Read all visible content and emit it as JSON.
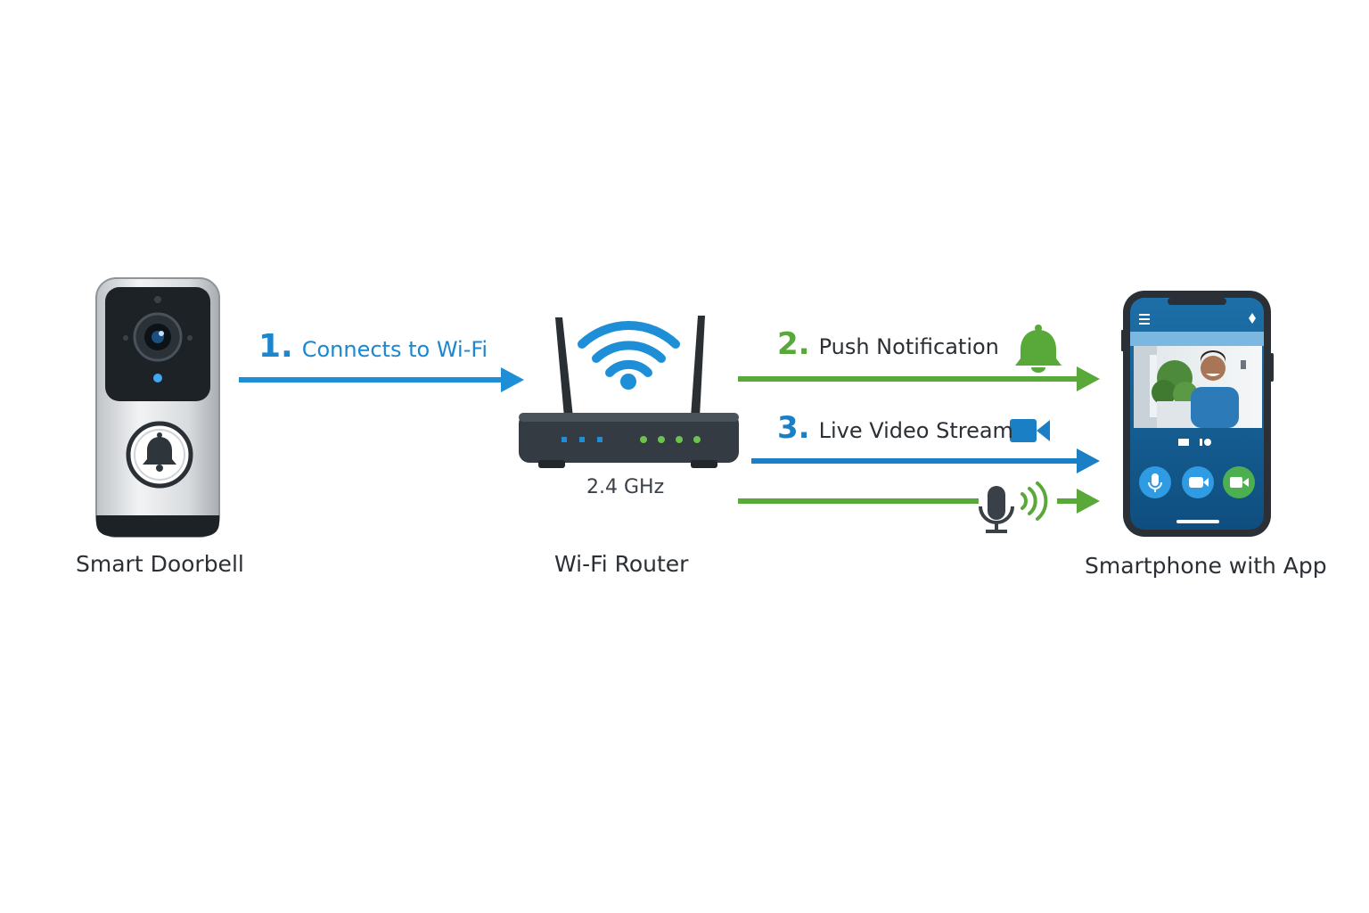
{
  "devices": {
    "doorbell": {
      "label": "Smart Doorbell"
    },
    "router": {
      "label": "Wi-Fi Router",
      "band": "2.4 GHz"
    },
    "phone": {
      "label": "Smartphone with App"
    }
  },
  "steps": [
    {
      "number": "1.",
      "text": "Connects to Wi-Fi",
      "color": "#1a87cf"
    },
    {
      "number": "2.",
      "text": "Push Notification",
      "color": "#58a83a"
    },
    {
      "number": "3.",
      "text": "Live Video Stream",
      "color": "#1a7fc4"
    }
  ],
  "colors": {
    "blue": "#1e8fd6",
    "green": "#59a83a",
    "dark": "#2b3036"
  }
}
